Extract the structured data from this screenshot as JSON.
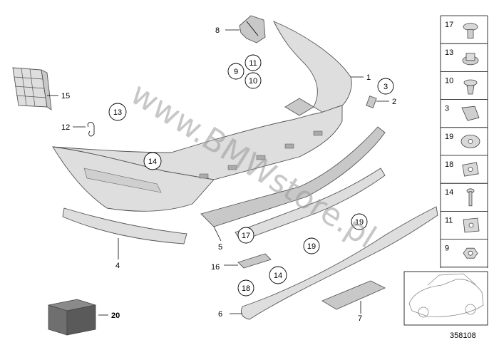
{
  "callouts": {
    "p1": "1",
    "p2": "2",
    "p3": "3",
    "p4": "4",
    "p5": "5",
    "p6": "6",
    "p7": "7",
    "p8": "8",
    "p12": "12",
    "p15": "15",
    "p16": "16",
    "p20": "20",
    "c11": "11",
    "c9": "9",
    "c10": "10",
    "c13": "13",
    "c3": "3",
    "c14a": "14",
    "c17": "17",
    "c18": "18",
    "c19a": "19",
    "c19b": "19",
    "c14b": "14"
  },
  "sidebar": {
    "items": [
      {
        "num": "17",
        "icon": "push-rivet-icon"
      },
      {
        "num": "13",
        "icon": "nut-icon"
      },
      {
        "num": "10",
        "icon": "expanding-rivet-icon"
      },
      {
        "num": "3",
        "icon": "clip-icon"
      },
      {
        "num": "19",
        "icon": "grommet-icon"
      },
      {
        "num": "18",
        "icon": "clip-nut-icon"
      },
      {
        "num": "14",
        "icon": "screw-icon"
      },
      {
        "num": "11",
        "icon": "spring-nut-icon"
      },
      {
        "num": "9",
        "icon": "hex-nut-icon"
      }
    ]
  },
  "diagram_id": "358108",
  "watermark": "www.BMWstore.pl"
}
